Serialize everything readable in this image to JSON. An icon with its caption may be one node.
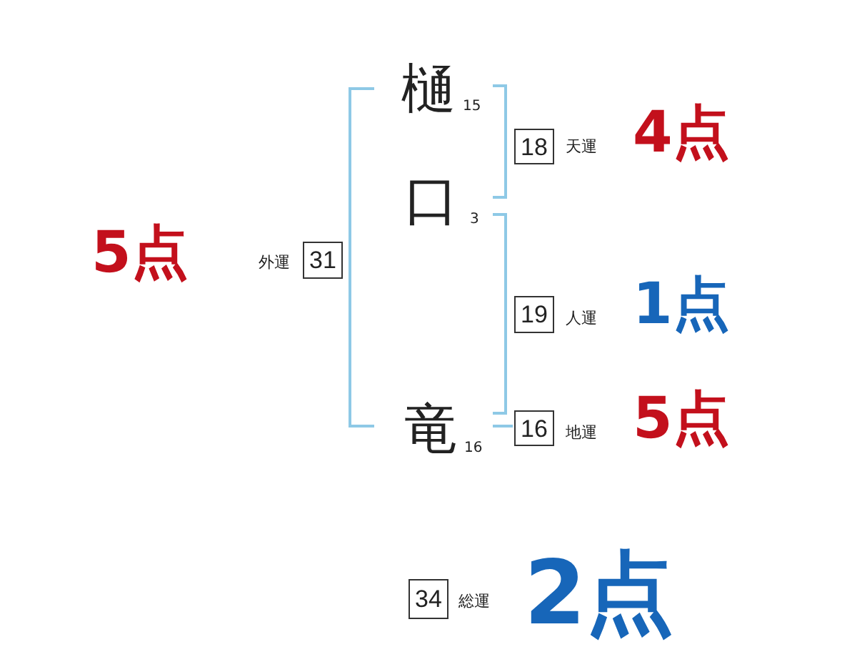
{
  "diagram": {
    "nodes": [
      {
        "text": [
          "18"
        ],
        "beside": [
          "天運",
          "4点"
        ]
      },
      {
        "text": [
          "31"
        ],
        "beside": [
          "外運",
          "5点"
        ]
      },
      {
        "text": [
          "19"
        ],
        "beside": [
          "人運",
          "1点"
        ]
      },
      {
        "text": [
          "16"
        ],
        "beside": [
          "地運",
          "5点"
        ]
      },
      {
        "text": [
          "34"
        ],
        "beside": [
          "総運",
          "2点"
        ]
      }
    ],
    "labels": [
      "樋",
      "15",
      "口",
      "3",
      "竜",
      "16"
    ]
  }
}
